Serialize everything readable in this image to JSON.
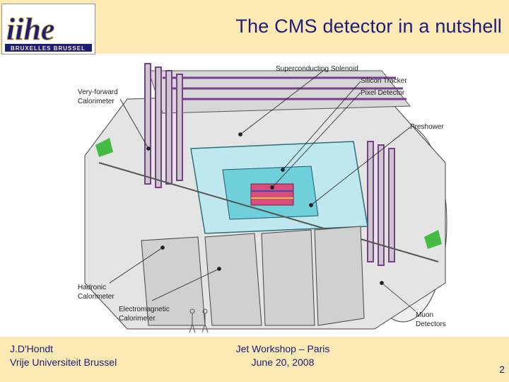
{
  "slide": {
    "title": "The CMS detector in a nutshell",
    "logo": {
      "main": "iihe",
      "sub": "BRUXELLES BRUSSEL"
    },
    "colors": {
      "band": "#fde9b3",
      "text": "#1c1c7a"
    }
  },
  "diagram": {
    "labels": {
      "superconducting_solenoid": "Superconducting Solenoid",
      "silicon_tracker": "Silicon Tracker",
      "pixel_detector": "Pixel Detector",
      "preshower": "Preshower",
      "very_forward_line1": "Very-forward",
      "very_forward_line2": "Calorimeter",
      "hadronic_line1": "Hadronic",
      "hadronic_line2": "Calorimeter",
      "electromagnetic_line1": "Electromagnetic",
      "electromagnetic_line2": "Calorimeter",
      "muon_line1": "Muon",
      "muon_line2": "Detectors"
    }
  },
  "footer": {
    "author": "J.D'Hondt",
    "institution": "Vrije Universiteit Brussel",
    "event": "Jet Workshop – Paris",
    "date": "June 20, 2008",
    "page_number": "2"
  }
}
